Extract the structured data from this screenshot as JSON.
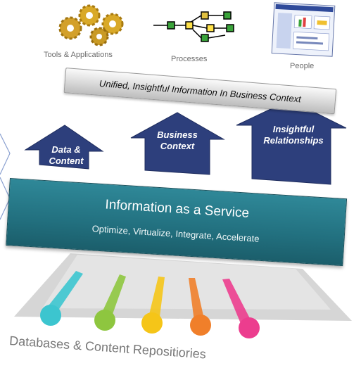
{
  "top": {
    "tools_label": "Tools & Applications",
    "processes_label": "Processes",
    "people_label": "People"
  },
  "banner_text": "Unified, Insightful Information In Business Context",
  "arrows": {
    "data_content": [
      "Data &",
      "Content"
    ],
    "business_context": [
      "Business",
      "Context"
    ],
    "insightful_relationships": [
      "Insightful",
      "Relationships"
    ]
  },
  "service": {
    "title": "Information as a Service",
    "subtitle": "Optimize, Virtualize, Integrate, Accelerate"
  },
  "bottom_label": "Databases & Content Repositiories",
  "colors": {
    "arrow": "#2d3f7c",
    "service": "#22707f",
    "beams": [
      "#3cc5cf",
      "#8ec63f",
      "#f5c518",
      "#f07f2a",
      "#ec3d8e"
    ]
  },
  "icons": [
    "gears-icon",
    "process-flow-icon",
    "people-dashboard-icon"
  ]
}
